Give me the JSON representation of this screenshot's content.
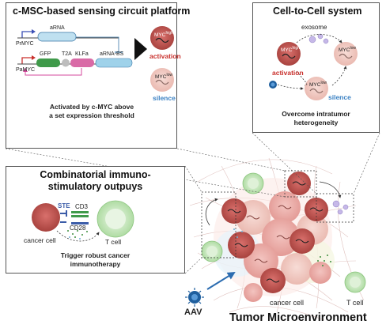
{
  "panel_top_left": {
    "title": "c-MSC-based sensing circuit platform",
    "promoter1": "PrMYC",
    "gene_arna": "aRNA",
    "promoter2": "PaMYC",
    "gene_gfp": "GFP",
    "gene_t2a": "T2A",
    "gene_klfa": "KLFa",
    "gene_arna_bs": "aRNA-BS",
    "cell_high_label": "MYC",
    "cell_high_sup": "high",
    "activation": "activation",
    "cell_low_label": "MYC",
    "cell_low_sup": "low",
    "silence": "silence",
    "caption_line1": "Activated by c-MYC above",
    "caption_line2": "a set expression threshold"
  },
  "panel_top_right": {
    "title": "Cell-to-Cell system",
    "exosome": "exosome",
    "cell_high_label": "MYC",
    "cell_high_sup": "high",
    "activation": "activation",
    "cell_low_label": "MYC",
    "cell_low_sup": "low",
    "cell_low2_label": "MYC",
    "cell_low2_sup": "low",
    "silence": "silence",
    "caption_line1": "Overcome intratumor",
    "caption_line2": "heterogeneity"
  },
  "panel_mid_left": {
    "title_line1": "Combinatorial immuno-",
    "title_line2": "stimulatory outpuys",
    "ste": "STE",
    "cd3": "CD3",
    "cd28": "CD28",
    "cancer_cell": "cancer cell",
    "t_cell": "T cell",
    "caption_line1": "Trigger robust cancer",
    "caption_line2": "immunotherapy"
  },
  "main": {
    "aav": "AAV",
    "cancer_cell": "cancer cell",
    "t_cell": "T cell",
    "title": "Tumor Microenvironment"
  },
  "colors": {
    "cancer_red": "#c0504d",
    "cancer_pink": "#e8a0a0",
    "tcell_green": "#b8e0b0",
    "activation_red": "#c9302c",
    "silence_blue": "#3b82c4",
    "aav_blue": "#1f5f9e"
  }
}
